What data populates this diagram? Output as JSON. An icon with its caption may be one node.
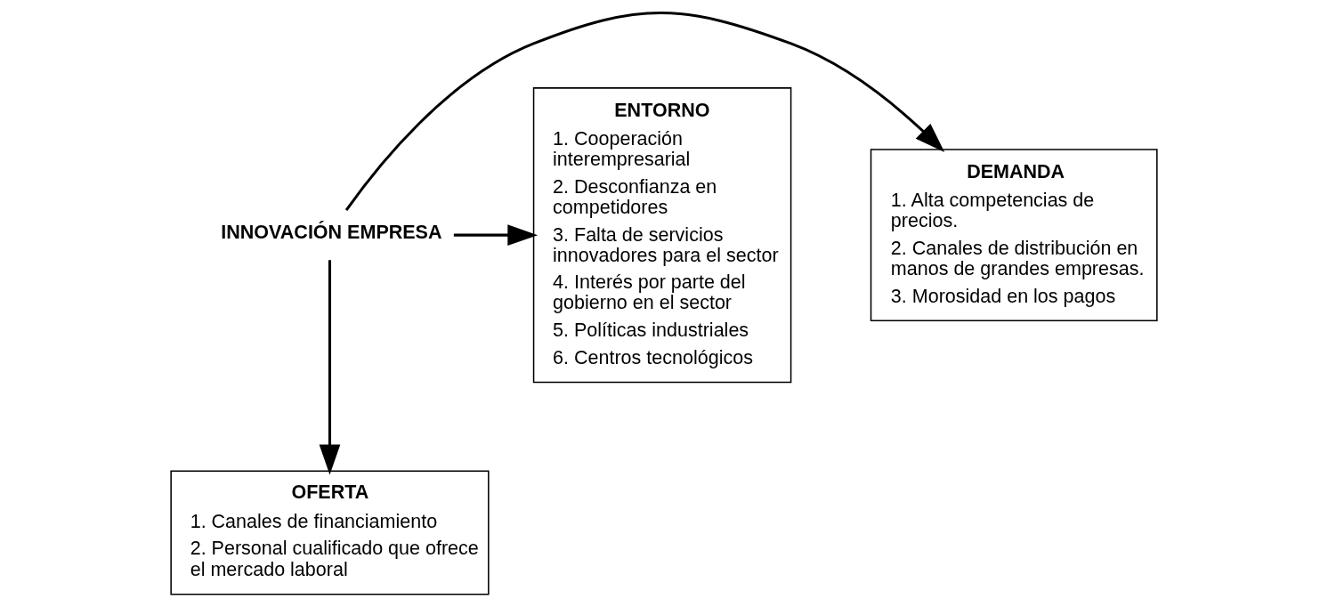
{
  "diagram": {
    "nodes": [
      {
        "text": [
          "DEMANDA",
          "1. Alta competencias de precios.",
          "2. Canales de distribución en manos de grandes empresas.",
          "3. Morosidad en los pagos"
        ]
      },
      {
        "text": [
          "INNOVACIÓN EMPRESA"
        ]
      },
      {
        "text": [
          "ENTORNO",
          "1. Cooperación interempresarial",
          "2. Desconfianza en competidores",
          "3. Falta de servicios innovadores para el sector",
          "4. Interés por parte del gobierno en el sector",
          "5. Políticas industriales",
          "6. Centros tecnológicos"
        ]
      },
      {
        "text": [
          "OFERTA",
          "1. Canales de financiamiento",
          "2. Personal cualificado que ofrece el mercado laboral"
        ]
      }
    ],
    "edges": [
      {
        "from": 1,
        "to": 0,
        "arrow": "to"
      },
      {
        "from": 1,
        "to": 2,
        "arrow": "to"
      },
      {
        "from": 1,
        "to": 3,
        "arrow": "to"
      }
    ]
  }
}
